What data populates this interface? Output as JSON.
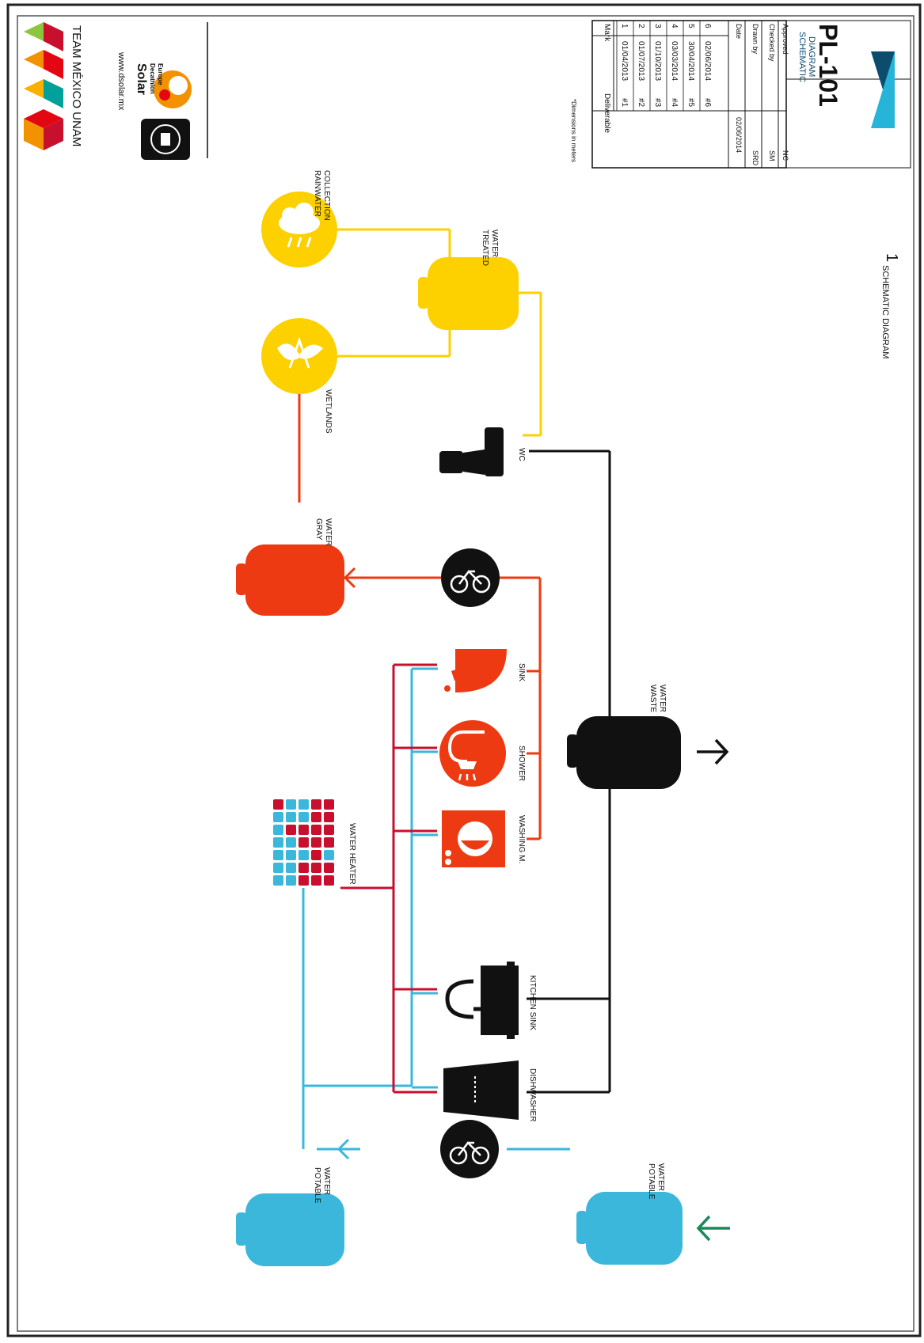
{
  "colors": {
    "potable": "#3bb7dc",
    "hot": "#c8102e",
    "gray": "#ee3a12",
    "black": "#111111",
    "treated": "#fdd000",
    "green_arrow": "#1b8a5a",
    "logo_blue_dark": "#0e4c6e",
    "logo_blue_light": "#26b5d8"
  },
  "branding": {
    "team_name": "TEAM MÉXICO UNAM",
    "website": "www.dsolar.mx",
    "event_line1": "Solar",
    "event_line2": "Decathlon",
    "event_line3": "Europe"
  },
  "title_block": {
    "note": "*Dimensions in meters",
    "header_mark": "Mark",
    "header_deliverable": "Deliverable",
    "revisions": [
      {
        "mark": "1",
        "date": "01/04/2013",
        "deliverable": "#1"
      },
      {
        "mark": "2",
        "date": "01/07/2013",
        "deliverable": "#2"
      },
      {
        "mark": "3",
        "date": "01/10/2013",
        "deliverable": "#3"
      },
      {
        "mark": "4",
        "date": "03/03/2014",
        "deliverable": "#4"
      },
      {
        "mark": "5",
        "date": "30/04/2014",
        "deliverable": "#5"
      },
      {
        "mark": "6",
        "date": "02/06/2014",
        "deliverable": "#6"
      }
    ],
    "date_label": "Date",
    "date_value": "02/06/2014",
    "drawn_label": "Drawn by",
    "drawn_value": "SRD",
    "checked_label": "Checked by",
    "checked_value": "SM",
    "approved_label": "Approved",
    "approved_value": "NC",
    "sheet_title_line1": "SCHEMATIC",
    "sheet_title_line2": "DIAGRAM",
    "sheet_number": "PL-101"
  },
  "view_label": {
    "text": "SCHEMATIC DIAGRAM",
    "number": "1"
  },
  "labels": {
    "rainwater_line1": "RAINWATER",
    "rainwater_line2": "COLLECTION",
    "treated_line1": "TREATED",
    "treated_line2": "WATER",
    "wetlands": "WETLANDS",
    "wc": "WC",
    "gray_line1": "GRAY",
    "gray_line2": "WATER",
    "sink": "SINK",
    "shower": "SHOWER",
    "washing": "WASHING M.",
    "water_heater": "WATER HEATER",
    "kitchen_sink": "KITCHEN SINK",
    "dishwasher": "DISHWASHER",
    "waste_line1": "WASTE",
    "waste_line2": "WATER",
    "potable_line1": "POTABLE",
    "potable_line2": "WATER"
  }
}
